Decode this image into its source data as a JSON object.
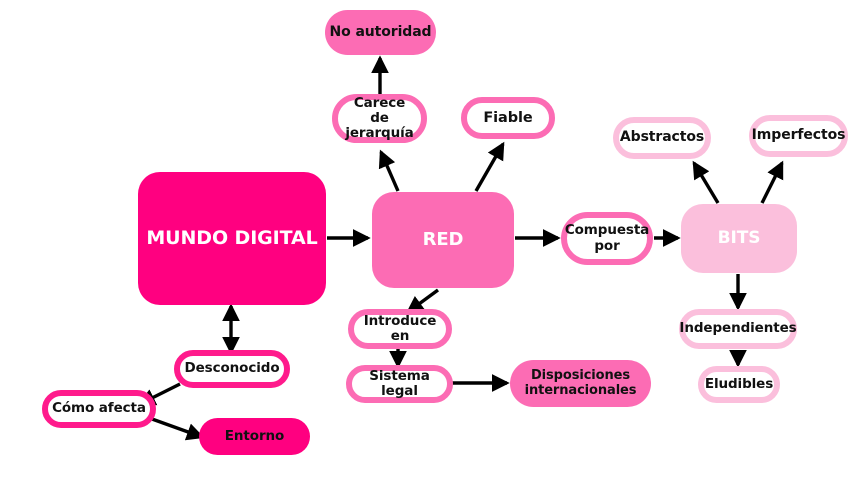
{
  "diagram": {
    "title": "Mundo digital - mapa conceptual",
    "background": "#ffffff",
    "colors": {
      "deep_pink": "#ff0080",
      "mid_pink": "#fc6cb4",
      "light_pink": "#fbbfdc",
      "outline_deep": "#ff1a8c",
      "text_dark": "#111111",
      "text_light": "#ffffff",
      "edge": "#000000"
    },
    "nodes": [
      {
        "id": "mundo_digital",
        "label": "MUNDO DIGITAL"
      },
      {
        "id": "red",
        "label": "RED"
      },
      {
        "id": "bits",
        "label": "BITS"
      },
      {
        "id": "no_autoridad",
        "label": "No autoridad"
      },
      {
        "id": "carece_jerarquia",
        "label": "Carece de jerarquía"
      },
      {
        "id": "fiable",
        "label": "Fiable"
      },
      {
        "id": "compuesta_por",
        "label": "Compuesta por"
      },
      {
        "id": "abstractos",
        "label": "Abstractos"
      },
      {
        "id": "imperfectos",
        "label": "Imperfectos"
      },
      {
        "id": "independientes",
        "label": "Independientes"
      },
      {
        "id": "eludibles",
        "label": "Eludibles"
      },
      {
        "id": "introduce_en",
        "label": "Introduce en"
      },
      {
        "id": "sistema_legal",
        "label": "Sistema legal"
      },
      {
        "id": "disposiciones",
        "label": "Disposiciones internacionales"
      },
      {
        "id": "desconocido",
        "label": "Desconocido"
      },
      {
        "id": "como_afecta",
        "label": "Cómo afecta"
      },
      {
        "id": "entorno",
        "label": "Entorno"
      }
    ],
    "node_labels": {
      "mundo_digital": "MUNDO DIGITAL",
      "red": "RED",
      "bits": "BITS",
      "no_autoridad": "No autoridad",
      "carece_jerarquia_line1": "Carece de",
      "carece_jerarquia_line2": "jerarquía",
      "fiable": "Fiable",
      "compuesta_line1": "Compuesta",
      "compuesta_line2": "por",
      "abstractos": "Abstractos",
      "imperfectos": "Imperfectos",
      "independientes": "Independientes",
      "eludibles": "Eludibles",
      "introduce_en": "Introduce en",
      "sistema_legal": "Sistema legal",
      "disposiciones_line1": "Disposiciones",
      "disposiciones_line2": "internacionales",
      "desconocido": "Desconocido",
      "como_afecta": "Cómo afecta",
      "entorno": "Entorno"
    },
    "edges": [
      {
        "from": "mundo_digital",
        "to": "red"
      },
      {
        "from": "mundo_digital",
        "to": "desconocido",
        "bidirectional": true
      },
      {
        "from": "desconocido",
        "to": "como_afecta"
      },
      {
        "from": "como_afecta",
        "to": "entorno"
      },
      {
        "from": "red",
        "to": "carece_jerarquia"
      },
      {
        "from": "carece_jerarquia",
        "to": "no_autoridad"
      },
      {
        "from": "red",
        "to": "fiable"
      },
      {
        "from": "red",
        "to": "compuesta_por"
      },
      {
        "from": "compuesta_por",
        "to": "bits"
      },
      {
        "from": "red",
        "to": "introduce_en"
      },
      {
        "from": "introduce_en",
        "to": "sistema_legal"
      },
      {
        "from": "sistema_legal",
        "to": "disposiciones"
      },
      {
        "from": "bits",
        "to": "abstractos"
      },
      {
        "from": "bits",
        "to": "imperfectos"
      },
      {
        "from": "bits",
        "to": "independientes"
      },
      {
        "from": "independientes",
        "to": "eludibles"
      }
    ]
  }
}
